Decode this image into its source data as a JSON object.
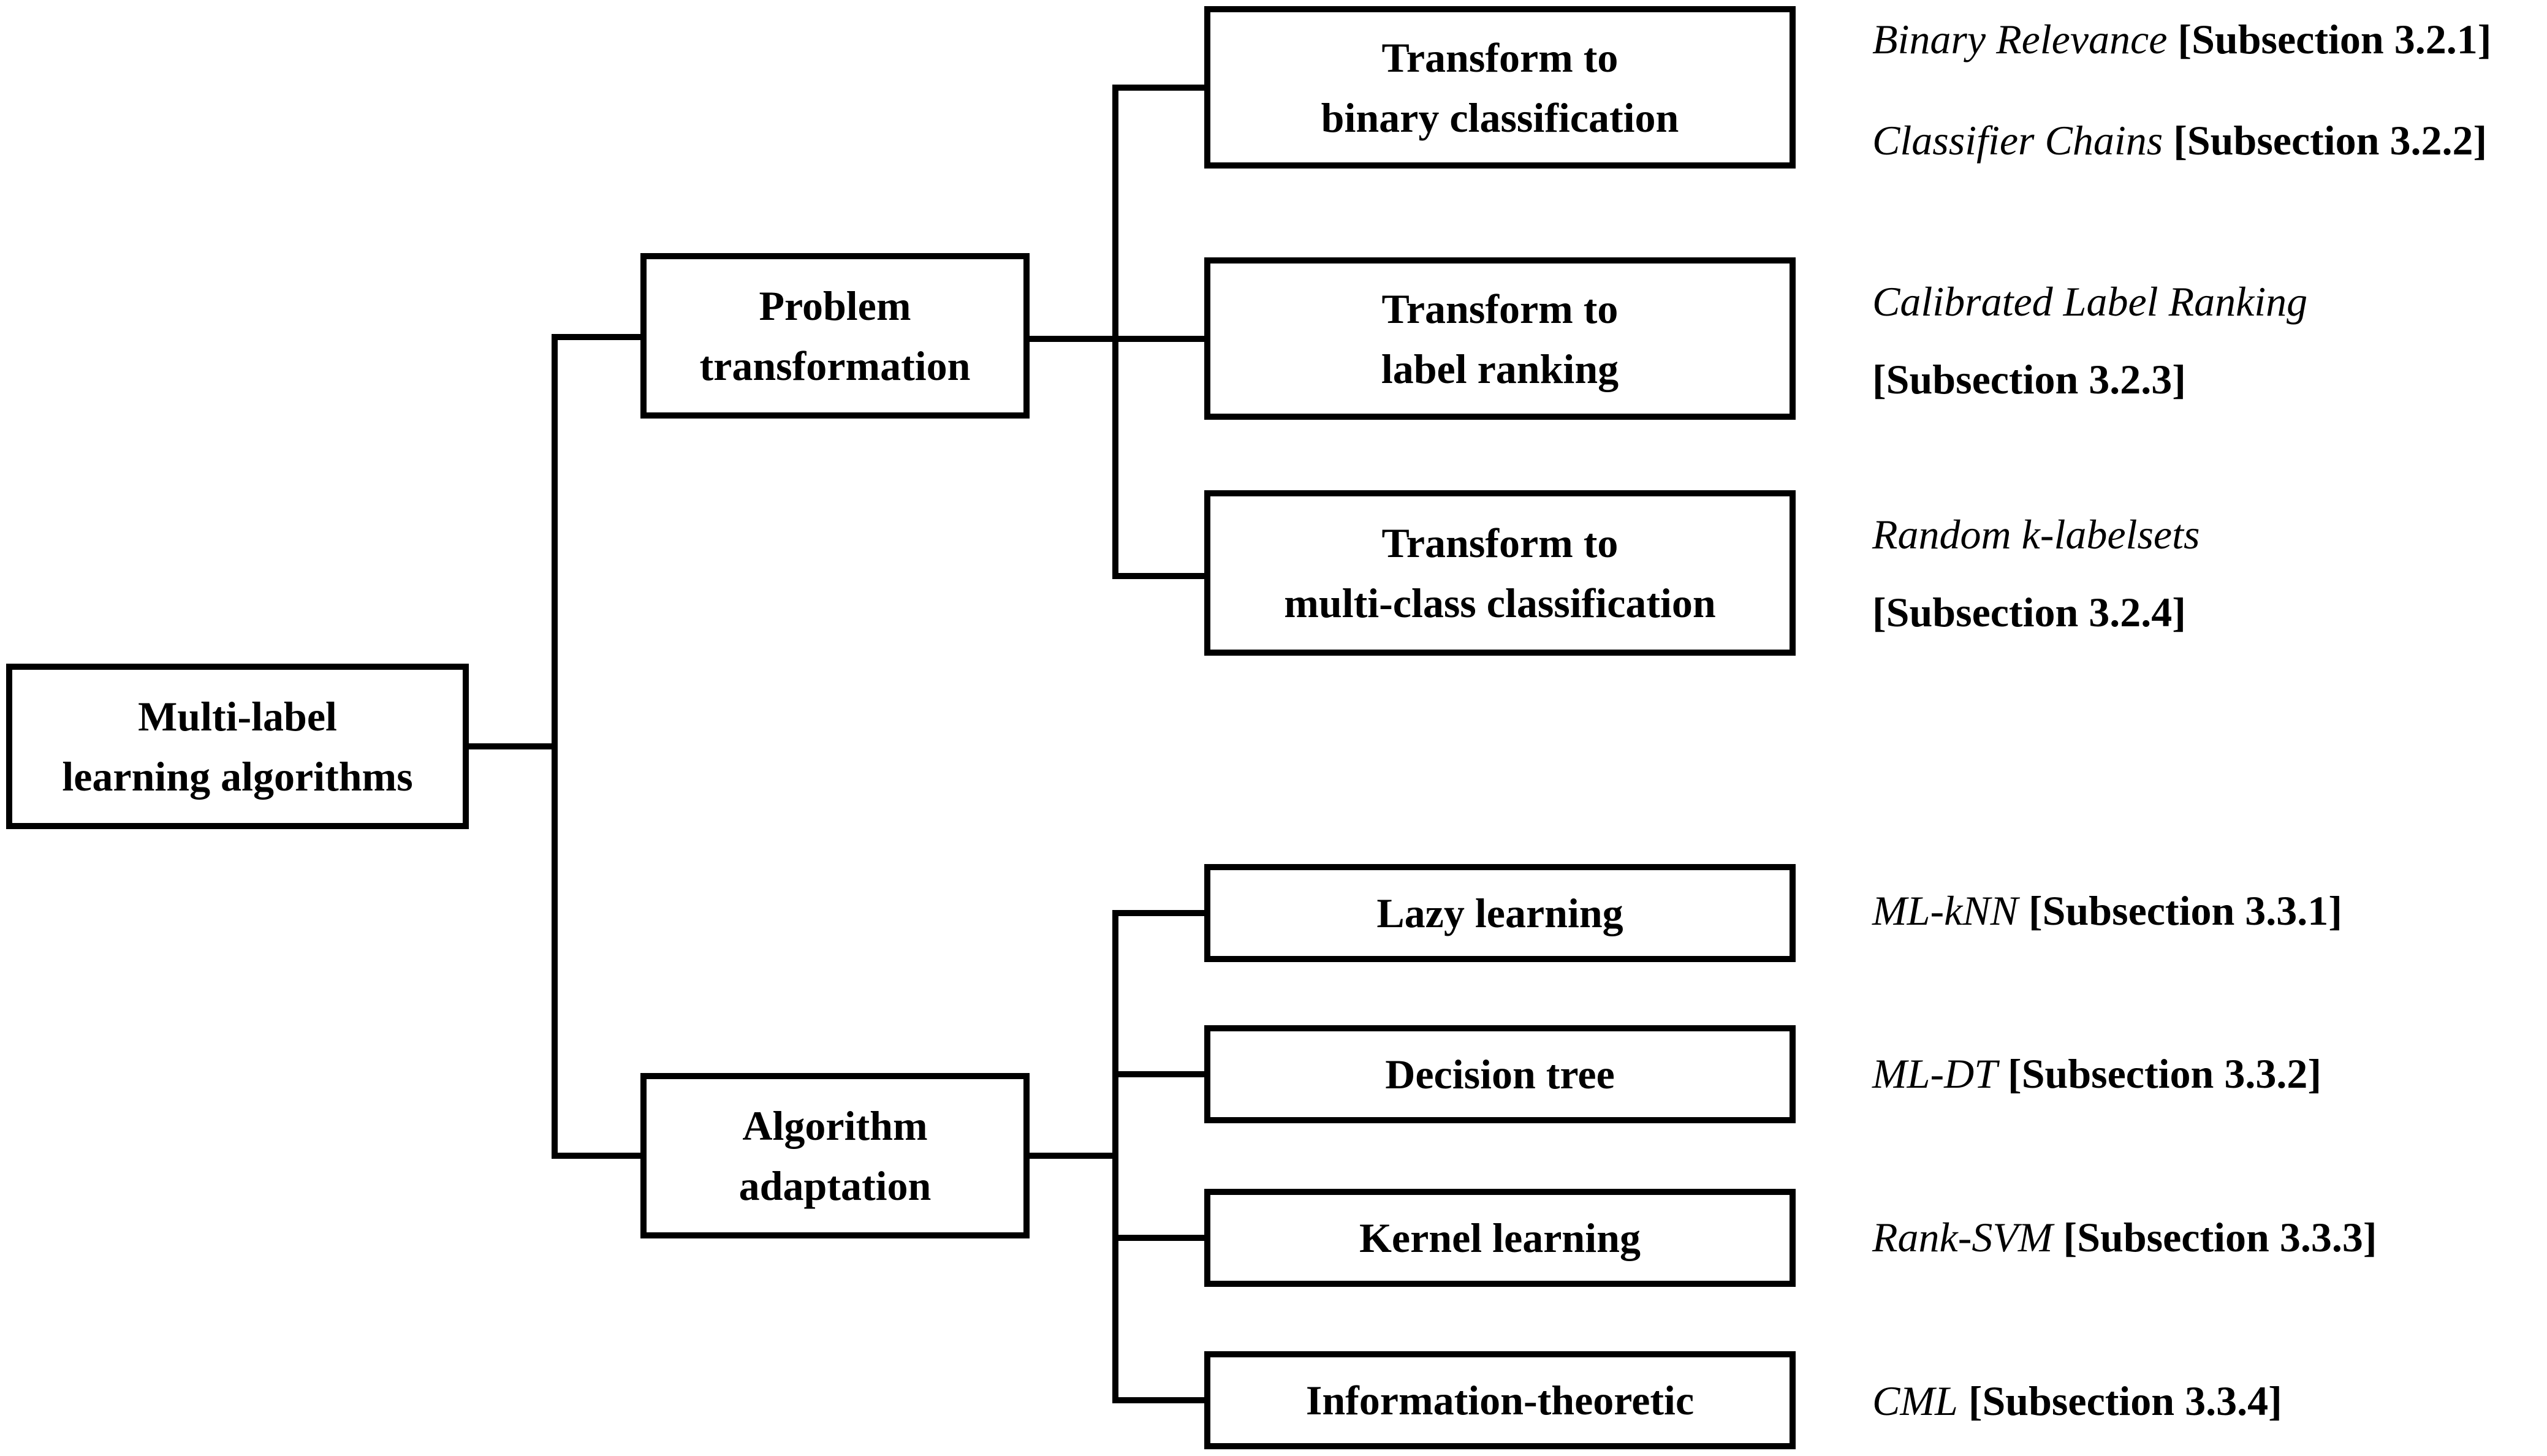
{
  "root": {
    "line1": "Multi-label",
    "line2": "learning algorithms"
  },
  "categories": [
    {
      "line1": "Problem",
      "line2": "transformation",
      "children": [
        {
          "line1": "Transform to",
          "line2": "binary classification",
          "refs": [
            {
              "algorithm": "Binary Relevance",
              "subsection": "[Subsection 3.2.1]"
            },
            {
              "algorithm": "Classifier Chains",
              "subsection": "[Subsection 3.2.2]"
            }
          ]
        },
        {
          "line1": "Transform to",
          "line2": "label ranking",
          "refs": [
            {
              "algorithm": "Calibrated Label Ranking",
              "subsection": "[Subsection 3.2.3]"
            }
          ]
        },
        {
          "line1": "Transform to",
          "line2": "multi-class classification",
          "refs": [
            {
              "algorithm": "Random k-labelsets",
              "subsection": "[Subsection 3.2.4]"
            }
          ]
        }
      ]
    },
    {
      "line1": "Algorithm",
      "line2": "adaptation",
      "children": [
        {
          "label": "Lazy learning",
          "refs": [
            {
              "algorithm": "ML-kNN",
              "subsection": "[Subsection 3.3.1]"
            }
          ]
        },
        {
          "label": "Decision tree",
          "refs": [
            {
              "algorithm": "ML-DT",
              "subsection": "[Subsection 3.3.2]"
            }
          ]
        },
        {
          "label": "Kernel learning",
          "refs": [
            {
              "algorithm": "Rank-SVM",
              "subsection": "[Subsection 3.3.3]"
            }
          ]
        },
        {
          "label": "Information-theoretic",
          "refs": [
            {
              "algorithm": "CML",
              "subsection": "[Subsection 3.3.4]"
            }
          ]
        }
      ]
    }
  ]
}
